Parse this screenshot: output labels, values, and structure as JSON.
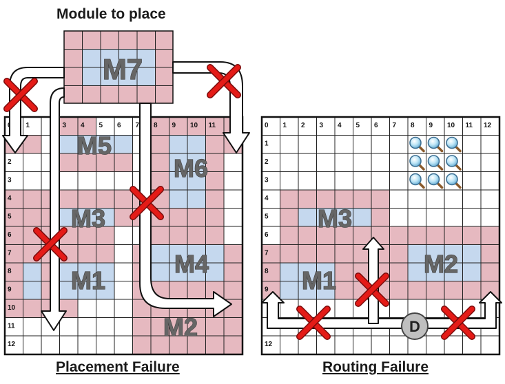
{
  "captions": {
    "module_to_place": "Module to place",
    "placement_failure": "Placement Failure",
    "routing_failure": "Routing Failure"
  },
  "colors": {
    "occupied": "#e6b9c0",
    "module": "#c5d8ee",
    "failure_x": "#e41b17",
    "grid_line": "#222222",
    "arrow_fill": "#ffffff",
    "module_label": "#606060",
    "detector": "#bfbfbf"
  },
  "grid": {
    "col_labels_left": [
      "0",
      "1",
      "",
      "3",
      "4",
      "5",
      "6",
      "7",
      "8",
      "9",
      "10",
      "11",
      ""
    ],
    "row_labels_left": [
      "",
      "",
      "2",
      "3",
      "4",
      "5",
      "6",
      "7",
      "8",
      "9",
      "10",
      "11",
      "12"
    ],
    "col_labels_right": [
      "0",
      "1",
      "2",
      "3",
      "4",
      "5",
      "6",
      "7",
      "8",
      "9",
      "10",
      "11",
      "12"
    ],
    "row_labels_right": [
      "",
      "1",
      "2",
      "3",
      "4",
      "5",
      "6",
      "7",
      "8",
      "9",
      "",
      "",
      "12"
    ]
  },
  "modules": {
    "m1": "M1",
    "m2": "M2",
    "m3": "M3",
    "m4": "M4",
    "m5": "M5",
    "m6": "M6",
    "m7": "M7"
  },
  "icons": {
    "failure": "red-x-icon",
    "search": "magnifier-icon",
    "detector_label": "D"
  }
}
